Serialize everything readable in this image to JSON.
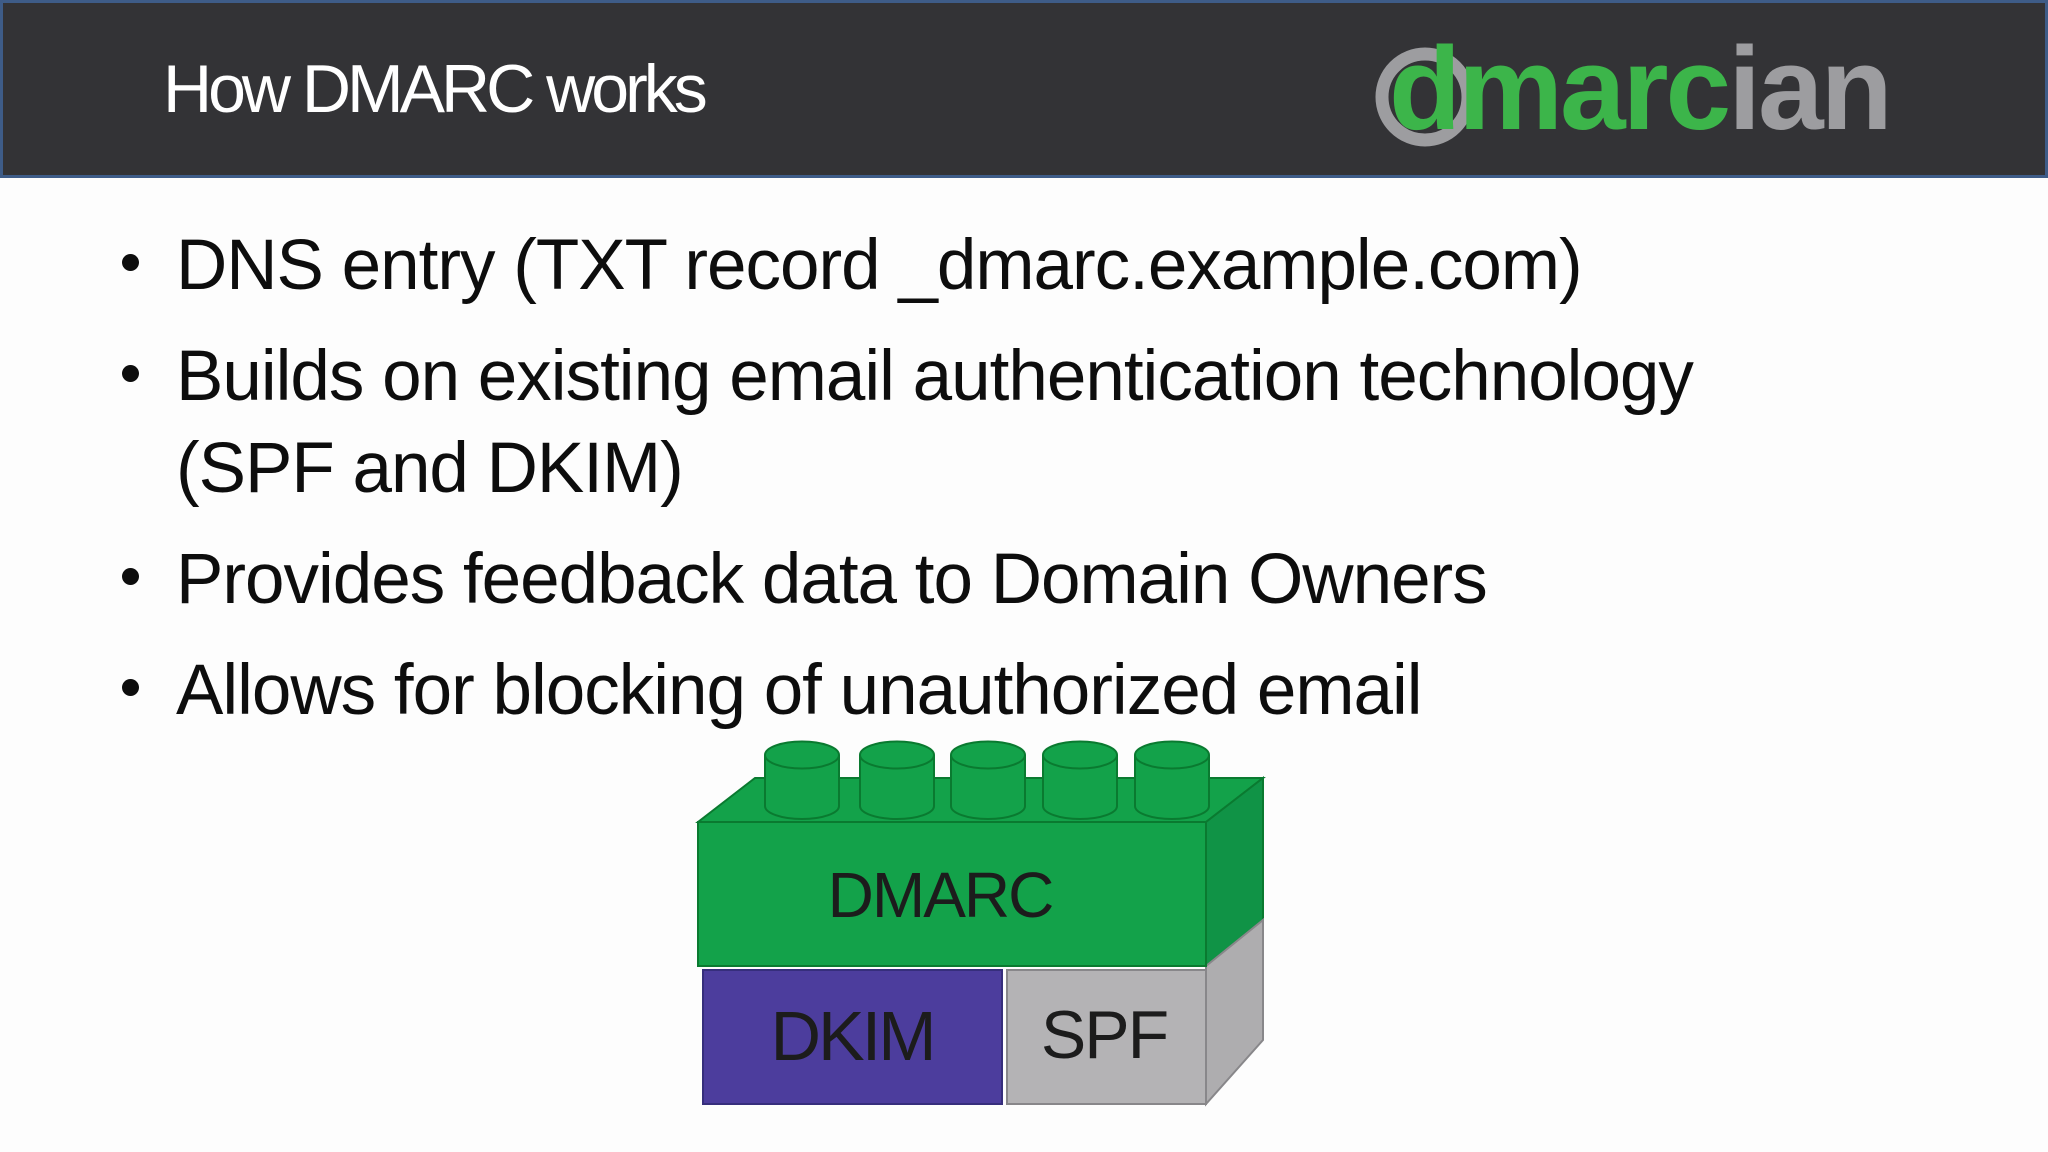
{
  "header": {
    "title": "How DMARC works",
    "background": "#333336",
    "border_color": "#3e5c88",
    "title_color": "#ffffff"
  },
  "logo": {
    "green_text": "dmarc",
    "gray_text": "ian",
    "green": "#3cb54a",
    "gray": "#9d9da0",
    "ring_color": "#9d9da0"
  },
  "bullets": [
    {
      "text": "DNS entry (TXT record _dmarc.example.com)"
    },
    {
      "text": "Builds on existing email authentication technology\n(SPF and DKIM)"
    },
    {
      "text": "Provides feedback data to Domain Owners"
    },
    {
      "text": "Allows for blocking of unauthorized email"
    }
  ],
  "diagram": {
    "top_brick_label": "DMARC",
    "left_brick_label": "DKIM",
    "right_brick_label": "SPF",
    "colors": {
      "dmarc_green": "#13a24a",
      "dmarc_green_side": "#109346",
      "green_outline": "#0a7a30",
      "dkim_purple": "#4c3d9d",
      "purple_outline": "#362e7c",
      "spf_gray": "#b4b3b5",
      "spf_gray_side": "#aeadaf",
      "gray_outline": "#88878a",
      "label_color": "#1c1c1c"
    }
  }
}
